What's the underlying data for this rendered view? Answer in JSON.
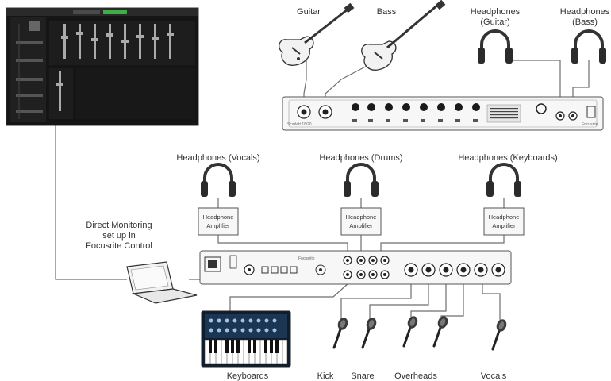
{
  "labels": {
    "guitar": "Guitar",
    "bass": "Bass",
    "hp_guitar_line1": "Headphones",
    "hp_guitar_line2": "(Guitar)",
    "hp_bass_line1": "Headphones",
    "hp_bass_line2": "(Bass)",
    "hp_vocals": "Headphones (Vocals)",
    "hp_drums": "Headphones (Drums)",
    "hp_keyboards": "Headphones (Keyboards)",
    "amp_line1": "Headphone",
    "amp_line2": "Amplifier",
    "monitoring_line1": "Direct Monitoring",
    "monitoring_line2": "set up in",
    "monitoring_line3": "Focusrite Control",
    "keyboards": "Keyboards",
    "kick": "Kick",
    "snare": "Snare",
    "overheads": "Overheads",
    "vocals": "Vocals",
    "brand_rear": "Focusrite",
    "brand_front": "Focusrite",
    "front_model": "Scarlett 18i20"
  },
  "colors": {
    "cable": "#6f6f6f",
    "device_fill": "#f7f7f7",
    "device_stroke": "#555555",
    "screen_bg": "#1c1c1c",
    "accent_green": "#3fae49"
  },
  "icons": [
    "headphones-icon",
    "electric-guitar-icon",
    "bass-guitar-icon",
    "microphone-icon",
    "laptop-icon",
    "keyboard-synth-icon",
    "audio-interface-front",
    "audio-interface-rear",
    "software-window"
  ]
}
